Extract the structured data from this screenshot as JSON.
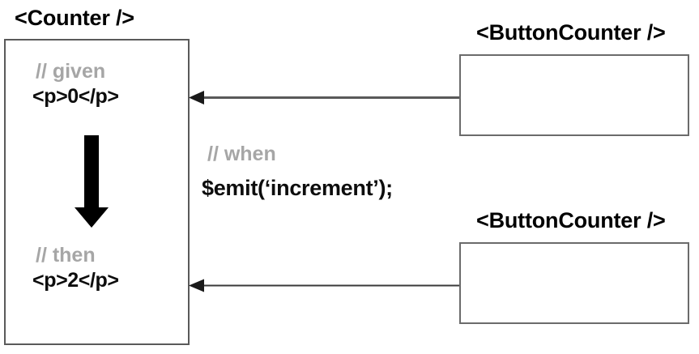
{
  "diagram": {
    "title_left": "<Counter />",
    "boxes_right": [
      {
        "title": "<ButtonCounter />"
      },
      {
        "title": "<ButtonCounter />"
      }
    ],
    "counter_box": {
      "given_comment": "// given",
      "given_code": "<p>0</p>",
      "then_comment": "// then",
      "then_code": "<p>2</p>"
    },
    "middle": {
      "when_comment": "// when",
      "emit_code": "$emit(‘increment’);"
    },
    "colors": {
      "comment_gray": "#a6a6a6",
      "code_black": "#0d0d0d",
      "box_border": "#5a5a5a",
      "connector_gray": "#595959",
      "connector_dark": "#3a3a3a",
      "state_arrow": "#000000",
      "background": "#ffffff"
    },
    "connectors": [
      {
        "name": "emit-arrow-top",
        "from": "buttoncounter-1",
        "to": "counter-given",
        "direction": "left"
      },
      {
        "name": "emit-arrow-bottom",
        "from": "buttoncounter-2",
        "to": "counter-then",
        "direction": "left"
      },
      {
        "name": "state-transition-arrow",
        "from": "given-state",
        "to": "then-state",
        "direction": "down"
      }
    ]
  }
}
